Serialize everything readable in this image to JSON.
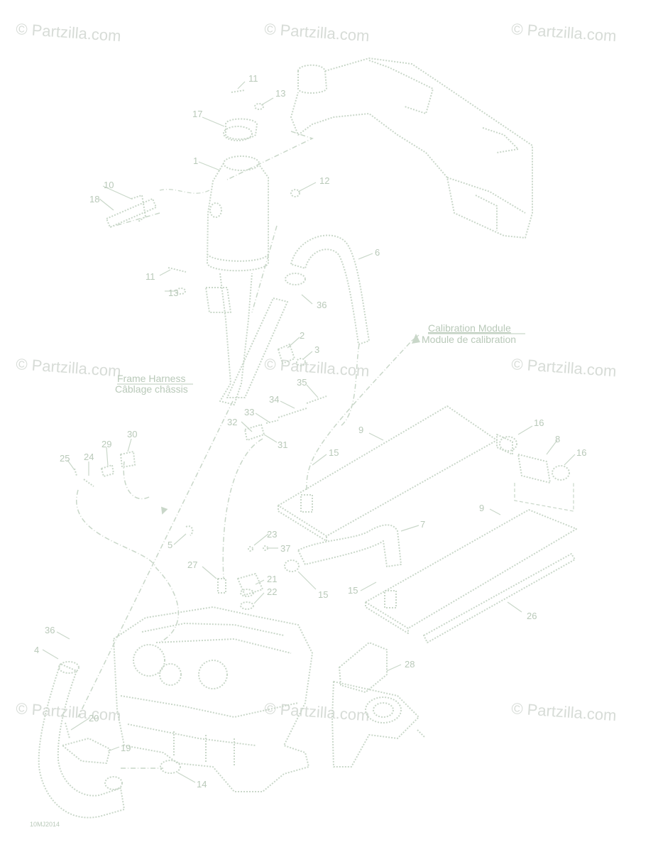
{
  "watermark": {
    "text": "© Partzilla.com"
  },
  "labels": {
    "frame_harness": {
      "en": "Frame Harness",
      "fr": "Câblage châssis"
    },
    "calibration_module": {
      "en": "Calibration Module",
      "fr": "Module de calibration"
    }
  },
  "drawing_code": "10MJ2014",
  "callouts": [
    "1",
    "2",
    "3",
    "4",
    "5",
    "6",
    "7",
    "8",
    "9",
    "9",
    "10",
    "11",
    "11",
    "12",
    "13",
    "13",
    "14",
    "15",
    "15",
    "15",
    "16",
    "16",
    "17",
    "18",
    "19",
    "20",
    "21",
    "22",
    "23",
    "24",
    "25",
    "26",
    "27",
    "28",
    "29",
    "30",
    "31",
    "32",
    "33",
    "34",
    "35",
    "36",
    "36",
    "37"
  ],
  "colors": {
    "line": "#c9d7c9",
    "text": "#b9c9b9",
    "watermark": "#d7dcd7",
    "background": "#ffffff"
  }
}
